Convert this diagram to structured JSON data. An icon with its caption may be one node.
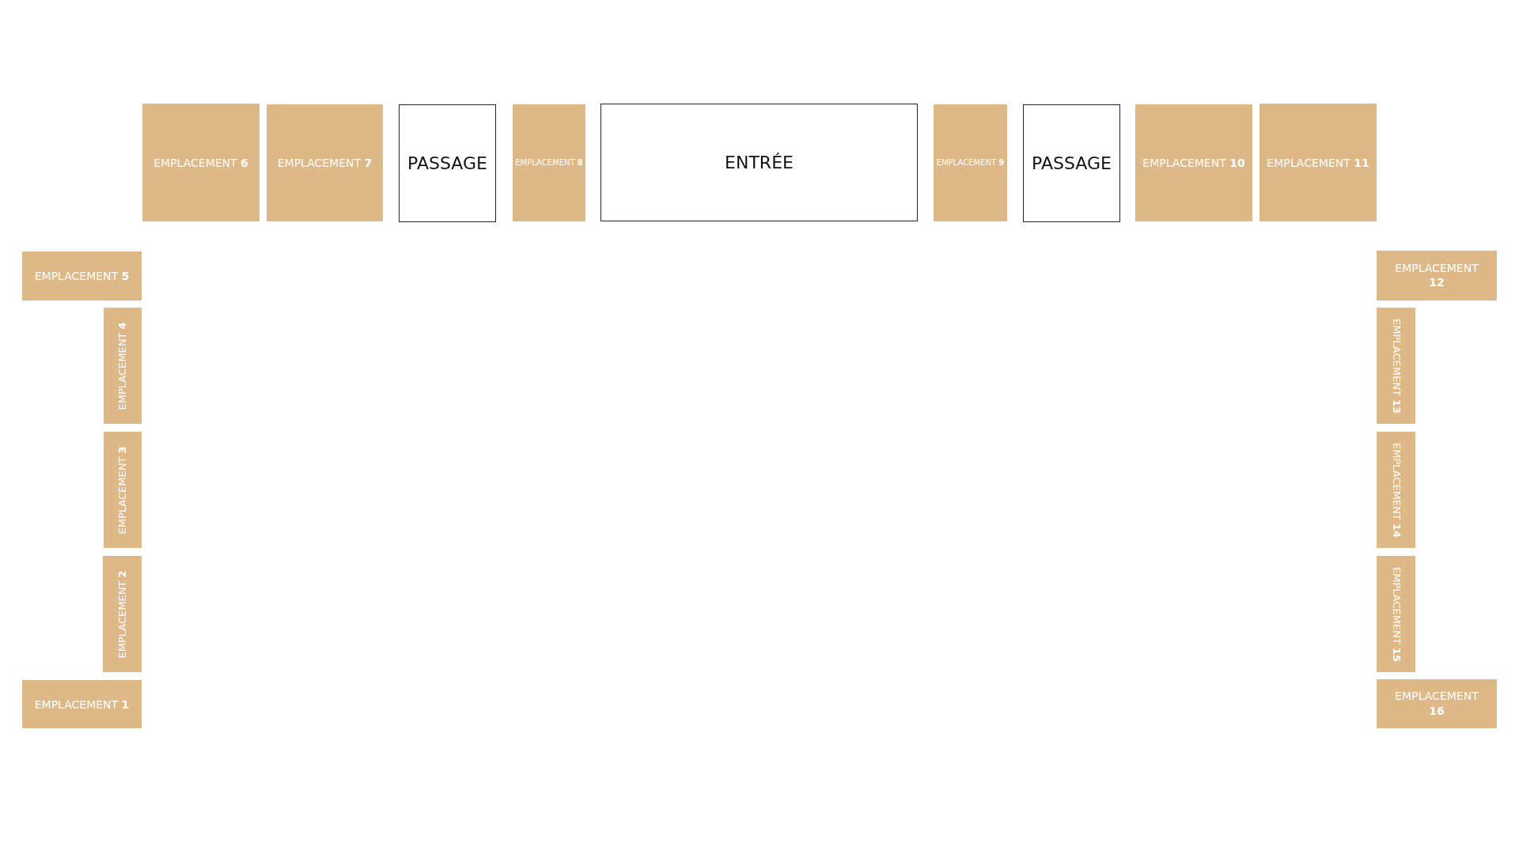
{
  "diagram": {
    "nodes": [
      {
        "text": [
          "EMPLACEMENT **6**"
        ]
      },
      {
        "text": [
          "EMPLACEMENT **7**"
        ]
      },
      {
        "text": [
          "PASSAGE"
        ]
      },
      {
        "text": [
          "EMPLACEMENT **8**"
        ]
      },
      {
        "text": [
          "ENTRÉE"
        ]
      },
      {
        "text": [
          "EMPLACEMENT **9**"
        ]
      },
      {
        "text": [
          "PASSAGE"
        ]
      },
      {
        "text": [
          "EMPLACEMENT **10**"
        ]
      },
      {
        "text": [
          "EMPLACEMENT **11**"
        ]
      },
      {
        "text": [
          "EMPLACEMENT **5**"
        ]
      },
      {
        "text": [
          "EMPLACEMENT **12**"
        ]
      },
      {
        "text": [
          "EMPLACEMENT **4**"
        ]
      },
      {
        "text": [
          "EMPLACEMENT **13**"
        ]
      },
      {
        "text": [
          "EMPLACEMENT **3**"
        ]
      },
      {
        "text": [
          "EMPLACEMENT **14**"
        ]
      },
      {
        "text": [
          "EMPLACEMENT **2**"
        ]
      },
      {
        "text": [
          "EMPLACEMENT **15**"
        ]
      },
      {
        "text": [
          "EMPLACEMENT **1**"
        ]
      },
      {
        "text": [
          "EMPLACEMENT **16**"
        ]
      }
    ]
  }
}
